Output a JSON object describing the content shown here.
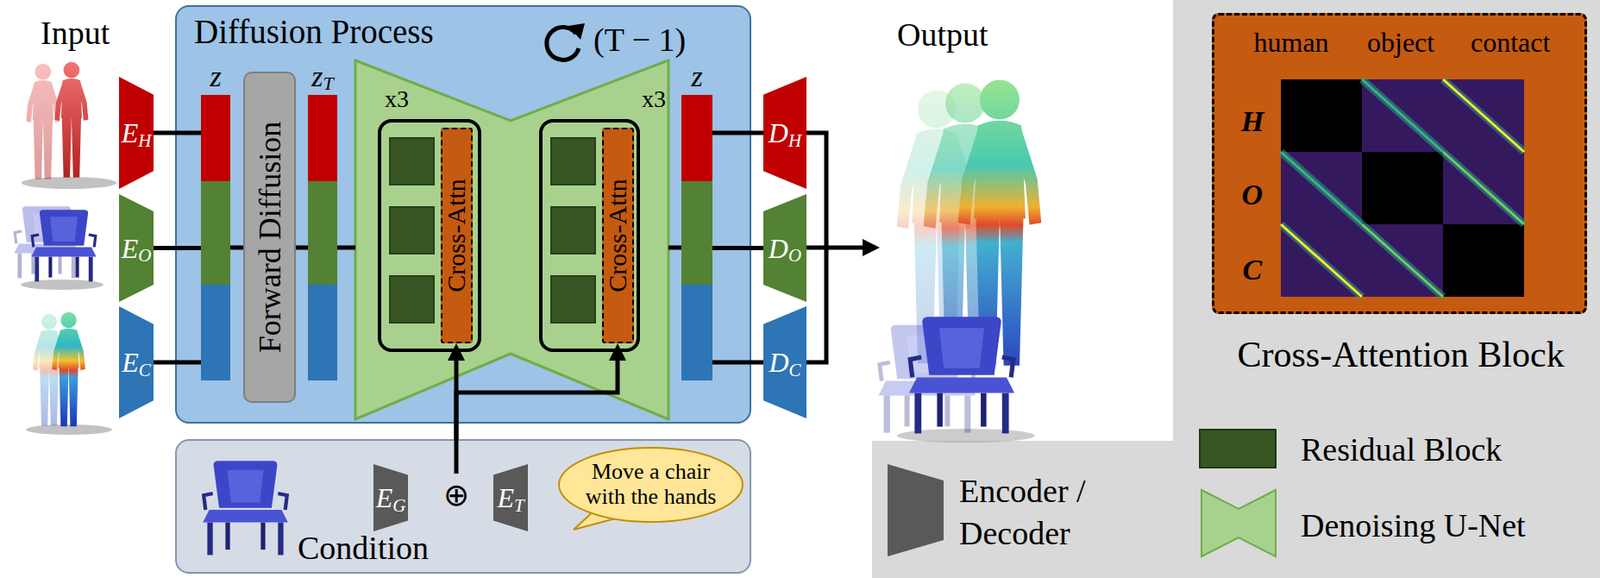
{
  "diagram": {
    "nodes": [
      {
        "text": [
          "E",
          "H"
        ]
      },
      {
        "text": [
          "E",
          "O"
        ]
      },
      {
        "text": [
          "E",
          "C"
        ]
      },
      {
        "text": [
          "Diffusion Process"
        ]
      },
      {
        "text": [
          "z"
        ],
        "in": 3
      },
      {
        "text": [
          "Forward Diffusion"
        ],
        "in": 3
      },
      {
        "text": [
          "z",
          "T"
        ],
        "in": 3
      },
      {
        "text": [
          "Cross-Attn"
        ],
        "in": 3
      },
      {
        "text": [
          "Cross-Attn"
        ],
        "in": 3
      },
      {
        "text": [
          "z"
        ],
        "in": 3
      },
      {
        "text": [
          "D",
          "H"
        ]
      },
      {
        "text": [
          "D",
          "O"
        ]
      },
      {
        "text": [
          "D",
          "C"
        ]
      },
      {
        "text": [
          "Condition"
        ]
      },
      {
        "text": [
          "E",
          "G"
        ],
        "in": 13
      },
      {
        "text": [
          "E",
          "T"
        ],
        "in": 13
      },
      {
        "text": [
          "Move a chair with the hands"
        ],
        "in": 13
      },
      {
        "text": [
          "human",
          "object",
          "contact",
          "H",
          "O",
          "C",
          "Cross-Attention Block"
        ]
      }
    ],
    "edges": [
      {
        "from": 0,
        "to": 4,
        "arrow": "none"
      },
      {
        "from": 1,
        "to": 4,
        "arrow": "none"
      },
      {
        "from": 2,
        "to": 4,
        "arrow": "none"
      },
      {
        "from": 4,
        "to": 5,
        "arrow": "none"
      },
      {
        "from": 5,
        "to": 6,
        "arrow": "none"
      },
      {
        "from": 9,
        "to": 10,
        "arrow": "none"
      },
      {
        "from": 9,
        "to": 11,
        "arrow": "none"
      },
      {
        "from": 9,
        "to": 12,
        "arrow": "none"
      },
      {
        "from": 13,
        "to": 7,
        "arrow": "to"
      },
      {
        "from": 13,
        "to": 8,
        "arrow": "to"
      }
    ],
    "labels": [
      "Input",
      "(T − 1)",
      "x3",
      "x3",
      "⊕",
      "Output"
    ],
    "legend": [
      {
        "text": "Encoder / Decoder"
      },
      {
        "text": "Residual Block",
        "color": "#375623"
      },
      {
        "text": "Denoising U-Net"
      }
    ]
  }
}
